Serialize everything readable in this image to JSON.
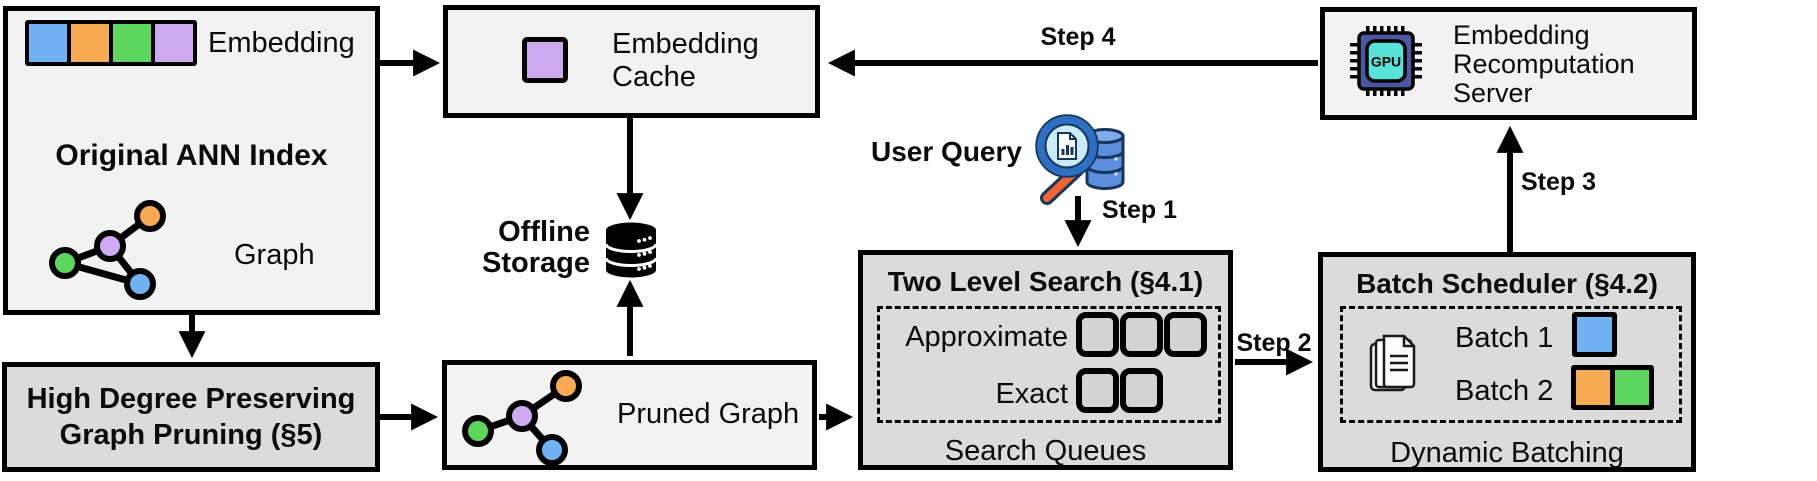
{
  "colors": {
    "blue": "#6fb3f2",
    "orange": "#f6ab53",
    "green": "#5cd65c",
    "purple": "#cda9f0",
    "box_light": "#f2f2f2",
    "box_dark": "#dbdbdb",
    "queue_slot": "#d3d3d3",
    "gpu_body": "#4a58a0",
    "gpu_core": "#57e3da",
    "db_blue": "#5b8fdd",
    "lens_blue": "#c9ecf7",
    "rim_blue": "#2d6fc1",
    "handle_orange": "#f26430",
    "arrow_black": "#000000"
  },
  "original_ann_index": {
    "title": "Original ANN Index",
    "embedding_label": "Embedding",
    "graph_label": "Graph"
  },
  "high_degree_pruning": {
    "line1": "High Degree Preserving",
    "line2": "Graph Pruning (§5)"
  },
  "embedding_cache": {
    "label": "Embedding Cache"
  },
  "offline_storage": {
    "line1": "Offline",
    "line2": "Storage"
  },
  "pruned_graph": {
    "label": "Pruned Graph"
  },
  "user_query": {
    "label": "User Query"
  },
  "steps": {
    "step1": "Step 1",
    "step2": "Step 2",
    "step3": "Step 3",
    "step4": "Step 4"
  },
  "two_level_search": {
    "title": "Two Level Search (§4.1)",
    "level1_label": "Approximate",
    "level1_slots": 3,
    "level2_label": "Exact",
    "level2_slots": 2,
    "footer": "Search Queues"
  },
  "batch_scheduler": {
    "title": "Batch Scheduler (§4.2)",
    "batch1_label": "Batch 1",
    "batch2_label": "Batch 2",
    "footer": "Dynamic Batching"
  },
  "recomputation_server": {
    "label": "Embedding Recomputation Server",
    "chip_label": "GPU"
  }
}
